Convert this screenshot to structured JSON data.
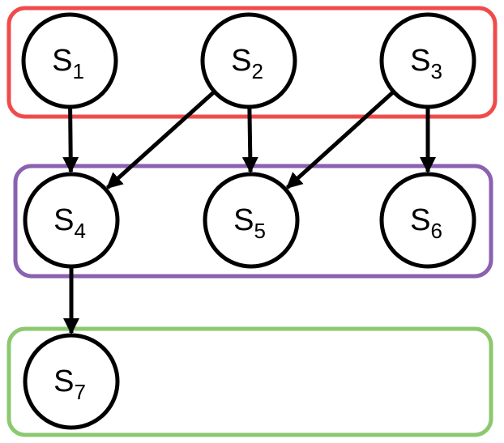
{
  "groups": [
    {
      "id": "group-top",
      "color": "#f04b4b"
    },
    {
      "id": "group-middle",
      "color": "#8a62b0"
    },
    {
      "id": "group-bottom",
      "color": "#8cc870"
    }
  ],
  "nodes": [
    {
      "id": "s1",
      "base": "S",
      "sub": "1"
    },
    {
      "id": "s2",
      "base": "S",
      "sub": "2"
    },
    {
      "id": "s3",
      "base": "S",
      "sub": "3"
    },
    {
      "id": "s4",
      "base": "S",
      "sub": "4"
    },
    {
      "id": "s5",
      "base": "S",
      "sub": "5"
    },
    {
      "id": "s6",
      "base": "S",
      "sub": "6"
    },
    {
      "id": "s7",
      "base": "S",
      "sub": "7"
    }
  ],
  "edges": [
    {
      "from": "s1",
      "to": "s4"
    },
    {
      "from": "s2",
      "to": "s4"
    },
    {
      "from": "s2",
      "to": "s5"
    },
    {
      "from": "s3",
      "to": "s5"
    },
    {
      "from": "s3",
      "to": "s6"
    },
    {
      "from": "s4",
      "to": "s7"
    }
  ]
}
